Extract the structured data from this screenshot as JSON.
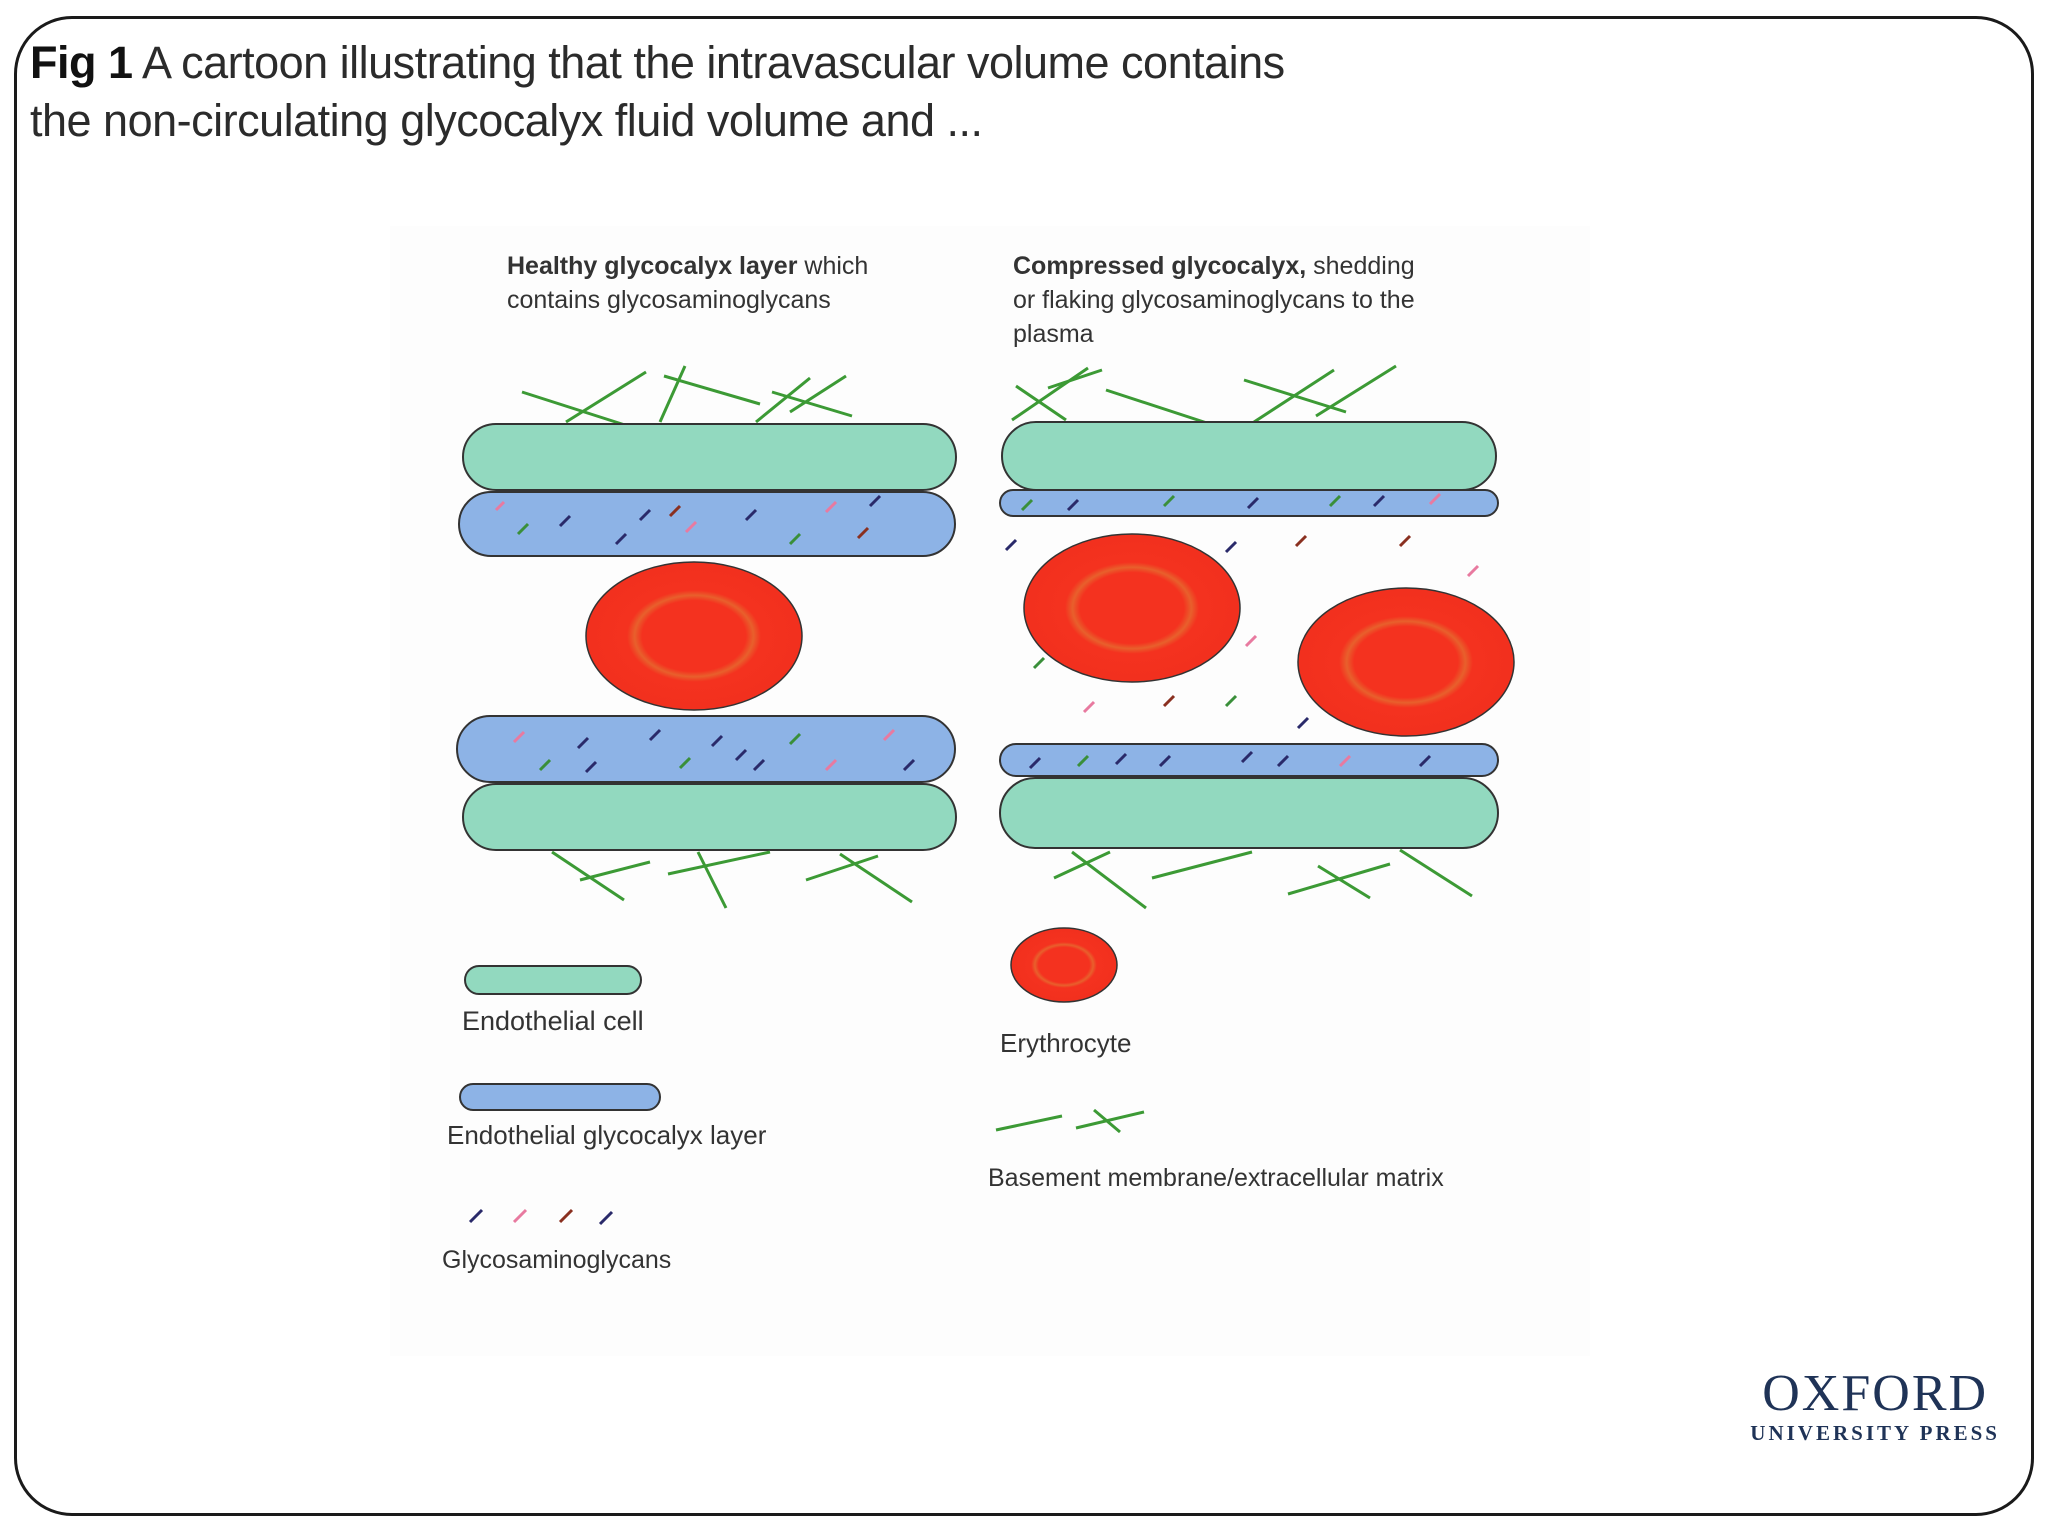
{
  "slide": {
    "caption_label": "Fig 1",
    "caption_line1": " A cartoon illustrating that the intravascular volume contains",
    "caption_line2": "the non-circulating glycocalyx fluid volume and ..."
  },
  "diagram": {
    "left_panel": {
      "title_bold": "Healthy glycocalyx layer",
      "title_rest": " which",
      "title_line2": "contains glycosaminoglycans"
    },
    "right_panel": {
      "title_bold": "Compressed glycocalyx,",
      "title_rest": " shedding",
      "title_line2": "or flaking glycosaminoglycans to the",
      "title_line3": "plasma"
    },
    "legend": {
      "endothelial_cell": "Endothelial cell",
      "glycocalyx_layer": "Endothelial glycocalyx layer",
      "gag": "Glycosaminoglycans",
      "erythrocyte": "Erythrocyte",
      "basement_membrane": "Basement membrane/extracellular matrix"
    },
    "colors": {
      "endothelial": "#92d9bf",
      "glycocalyx": "#8db3e6",
      "erythrocyte": "#f4321f",
      "matrix": "#3c9a35",
      "gag_dark": "#2a2a6a",
      "gag_pink": "#e87aa0",
      "gag_green": "#3a8f3a",
      "gag_brown": "#8a3020",
      "outline": "#333333"
    }
  },
  "publisher": {
    "name": "OXFORD",
    "subtitle": "UNIVERSITY PRESS"
  }
}
